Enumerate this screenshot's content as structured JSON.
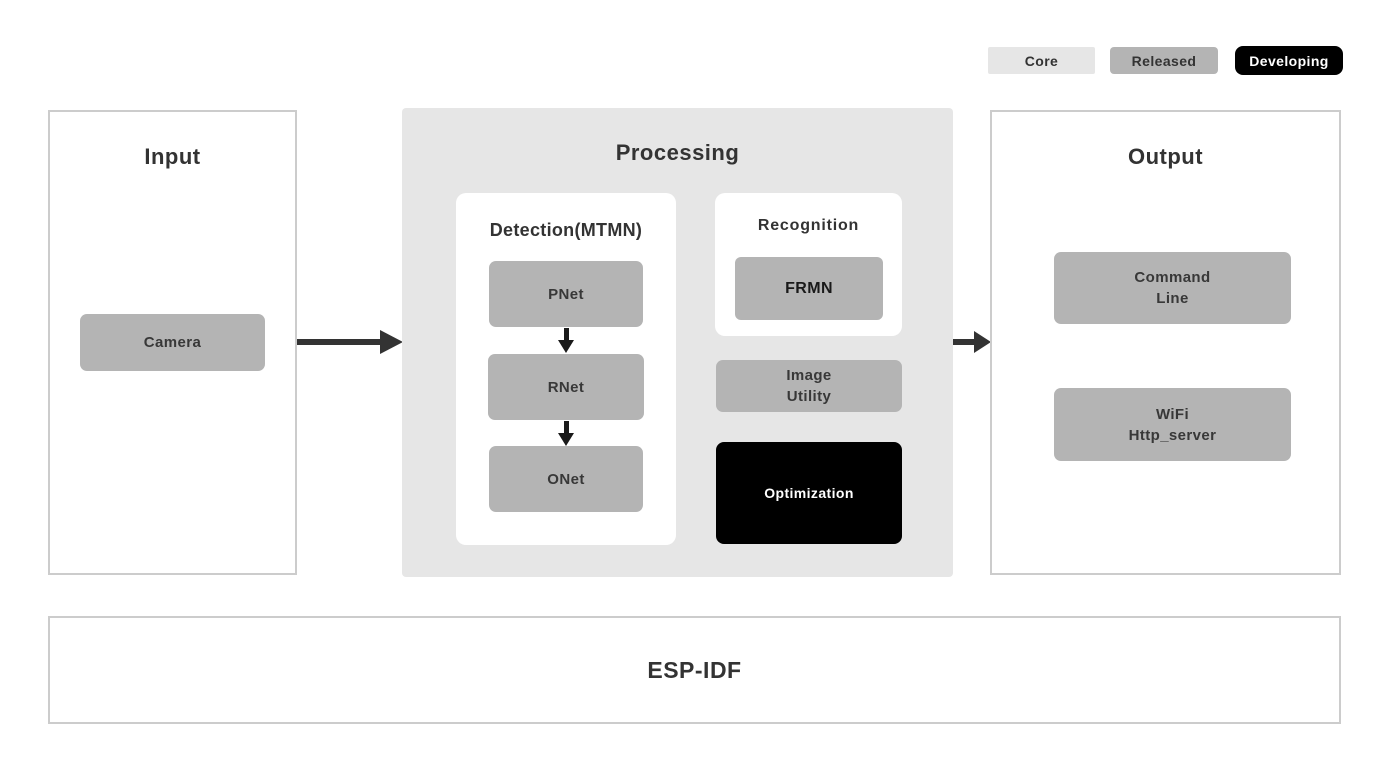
{
  "legend": {
    "core": {
      "label": "Core",
      "color": "#e6e6e6",
      "text_color": "#333333"
    },
    "released": {
      "label": "Released",
      "color": "#b4b4b4",
      "text_color": "#333333"
    },
    "developing": {
      "label": "Developing",
      "color": "#000000",
      "text_color": "#ffffff"
    }
  },
  "input": {
    "title": "Input",
    "camera_label": "Camera"
  },
  "processing": {
    "title": "Processing",
    "detection": {
      "title": "Detection(MTMN)",
      "items": [
        "PNet",
        "RNet",
        "ONet"
      ]
    },
    "recognition": {
      "title": "Recognition",
      "frmn_label": "FRMN"
    },
    "image_utility": {
      "line1": "Image",
      "line2": "Utility"
    },
    "optimization_label": "Optimization"
  },
  "output": {
    "title": "Output",
    "command_line": {
      "line1": "Command",
      "line2": "Line"
    },
    "wifi_server": {
      "line1": "WiFi",
      "line2": "Http_server"
    }
  },
  "foundation": {
    "title": "ESP-IDF"
  },
  "colors": {
    "core_fill": "#e6e6e6",
    "released_fill": "#b4b4b4",
    "developing_fill": "#000000",
    "panel_border": "#cccccc",
    "processing_background": "#e6e6e6",
    "arrow": "#333333",
    "title_text": "#333333"
  }
}
